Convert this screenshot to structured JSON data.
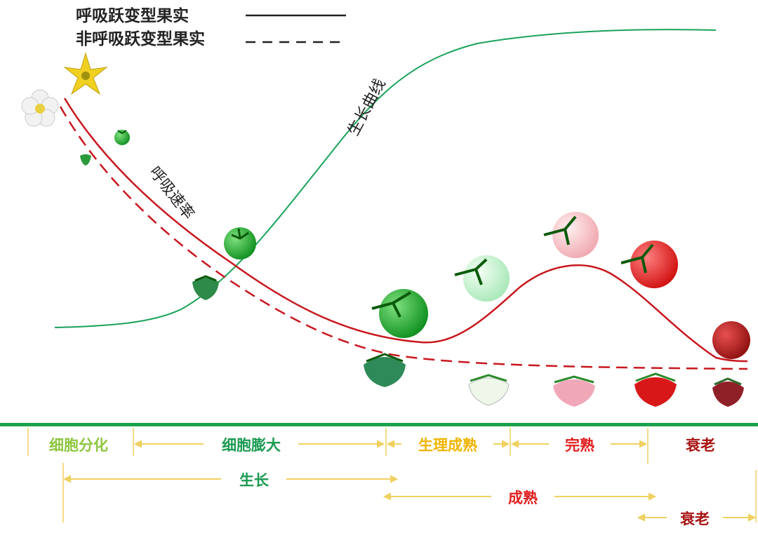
{
  "legend": {
    "climacteric": "呼吸跃变型果实",
    "non_climacteric": "非呼吸跃变型果实"
  },
  "curve_labels": {
    "growth": "生长曲线",
    "respiration": "呼吸速率"
  },
  "stages_row1": [
    {
      "label": "细胞分化",
      "color": "#8dc63f"
    },
    {
      "label": "细胞膨大",
      "color": "#1a9a50"
    },
    {
      "label": "生理成熟",
      "color": "#f0b400"
    },
    {
      "label": "完熟",
      "color": "#e02020"
    },
    {
      "label": "衰老",
      "color": "#a81010"
    }
  ],
  "stages_row2": {
    "label": "生长",
    "color": "#1a9a50"
  },
  "stages_row3": {
    "label": "成熟",
    "color": "#e02020"
  },
  "stages_row4": {
    "label": "衰老",
    "color": "#a81010"
  },
  "colors": {
    "growth_curve": "#1aa35a",
    "respiration_curve": "#c8171e",
    "baseline": "#1aa34a",
    "arrow": "#f0d060"
  }
}
